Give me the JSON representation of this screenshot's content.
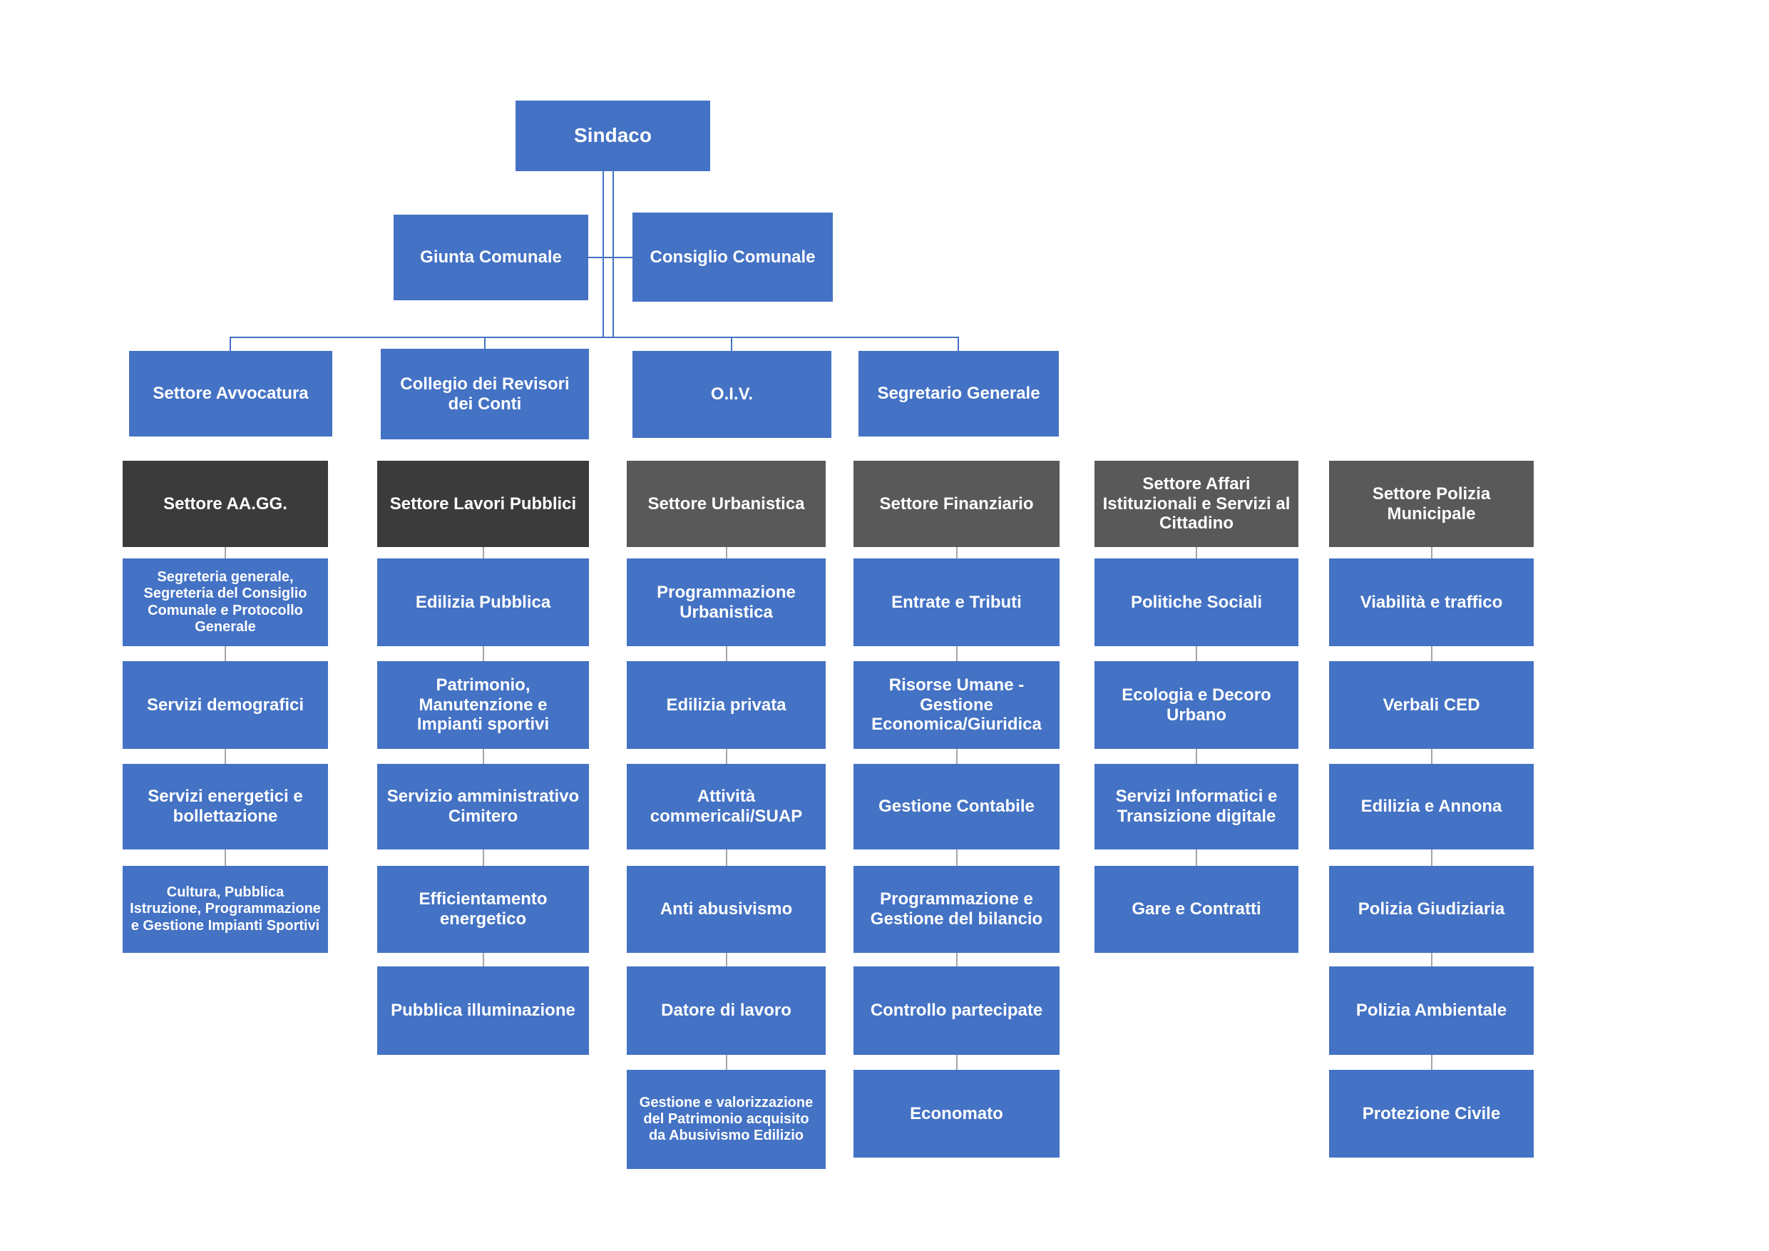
{
  "colors": {
    "blue": "#4472C4",
    "dark": "#3B3B3B",
    "gray": "#595959",
    "line_blue": "#4472C4",
    "tick": "#A6A6A6",
    "text": "#FFFFFF"
  },
  "root": {
    "label": "Sindaco"
  },
  "assistants": [
    "Giunta Comunale",
    "Consiglio Comunale"
  ],
  "staff": [
    "Settore Avvocatura",
    "Collegio dei Revisori dei Conti",
    "O.I.V.",
    "Segretario Generale"
  ],
  "departments": [
    {
      "header": "Settore AA.GG.",
      "shade": "dark",
      "units": [
        "Segreteria generale, Segreteria del Consiglio Comunale e Protocollo Generale",
        "Servizi demografici",
        "Servizi energetici e bollettazione",
        "Cultura, Pubblica Istruzione, Programmazione e Gestione Impianti Sportivi"
      ]
    },
    {
      "header": "Settore Lavori Pubblici",
      "shade": "dark",
      "units": [
        "Edilizia Pubblica",
        "Patrimonio, Manutenzione e Impianti sportivi",
        "Servizio amministrativo Cimitero",
        "Efficientamento energetico",
        "Pubblica illuminazione"
      ]
    },
    {
      "header": "Settore Urbanistica",
      "shade": "gray",
      "units": [
        "Programmazione Urbanistica",
        "Edilizia privata",
        "Attività commericali/SUAP",
        "Anti abusivismo",
        "Datore di lavoro",
        "Gestione e valorizzazione del Patrimonio acquisito da Abusivismo Edilizio"
      ]
    },
    {
      "header": "Settore Finanziario",
      "shade": "gray",
      "units": [
        "Entrate e Tributi",
        "Risorse Umane - Gestione Economica/Giuridica",
        "Gestione Contabile",
        "Programmazione e Gestione del bilancio",
        "Controllo partecipate",
        "Economato"
      ]
    },
    {
      "header": "Settore Affari Istituzionali e Servizi al Cittadino",
      "shade": "gray",
      "units": [
        "Politiche Sociali",
        "Ecologia e Decoro Urbano",
        "Servizi Informatici e Transizione digitale",
        "Gare e Contratti"
      ]
    },
    {
      "header": "Settore Polizia Municipale",
      "shade": "gray",
      "units": [
        "Viabilità e traffico",
        "Verbali CED",
        "Edilizia e Annona",
        "Polizia Giudiziaria",
        "Polizia Ambientale",
        "Protezione Civile"
      ]
    }
  ]
}
